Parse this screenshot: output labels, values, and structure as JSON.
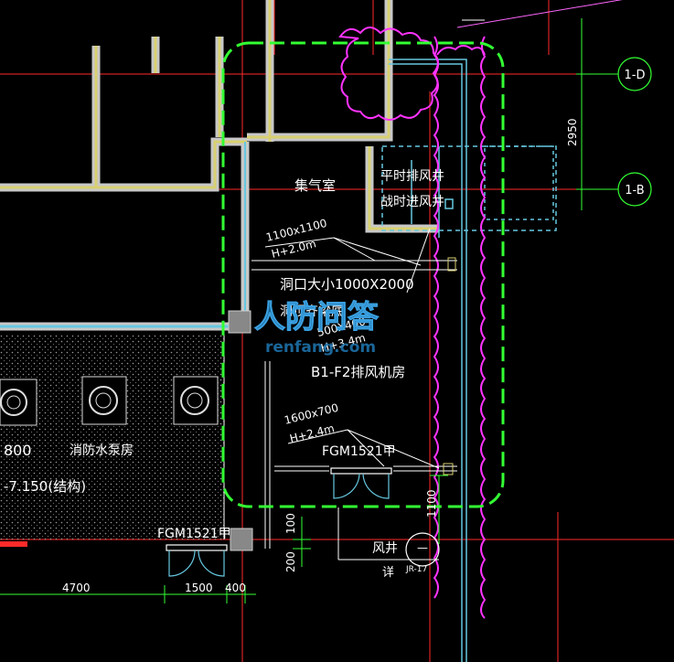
{
  "axis_tags": {
    "top": "1-D",
    "bottom": "1-B",
    "spacing": "2950"
  },
  "rooms": {
    "plenum": "集气室",
    "normal_exhaust_shaft": "平时排风井",
    "war_intake_shaft": "战时进风井",
    "fan_room": "B1-F2排风机房",
    "fire_pump_room": "消防水泵房"
  },
  "openings": {
    "duct_1100": "1100x1100",
    "duct_1100_h": "H+2.0m",
    "hole_size": "洞口大小1000X2000",
    "hole_top": "洞顶齐梁底",
    "duct_500": "500X400",
    "duct_500_h": "H+3.4m",
    "duct_1600": "1600x700",
    "duct_1600_h": "H+2.4m"
  },
  "doors": {
    "door_a": "FGM1521甲",
    "door_b": "FGM1521甲"
  },
  "elevations": {
    "floor_level": "800",
    "struct_level": "-7.150(结构)"
  },
  "dimensions": {
    "d4700": "4700",
    "d1500": "1500",
    "d400": "400",
    "d100": "100",
    "d200": "200",
    "d1100": "1100"
  },
  "detail": {
    "label": "风井",
    "label2": "详",
    "mark": "—",
    "ref": "JR-17"
  },
  "watermark": {
    "main": "人防问答",
    "sub": "renfang.com"
  },
  "colors": {
    "background": "#000000",
    "wall": "#c8c8c8",
    "wall_core": "#d8d070",
    "cloud": "#ff33ff",
    "highlight": "#33ff33",
    "axis": "#ff2a2a",
    "dim": "#33ff33",
    "duct": "#66c8e0",
    "watermark": "#1e78b4"
  }
}
